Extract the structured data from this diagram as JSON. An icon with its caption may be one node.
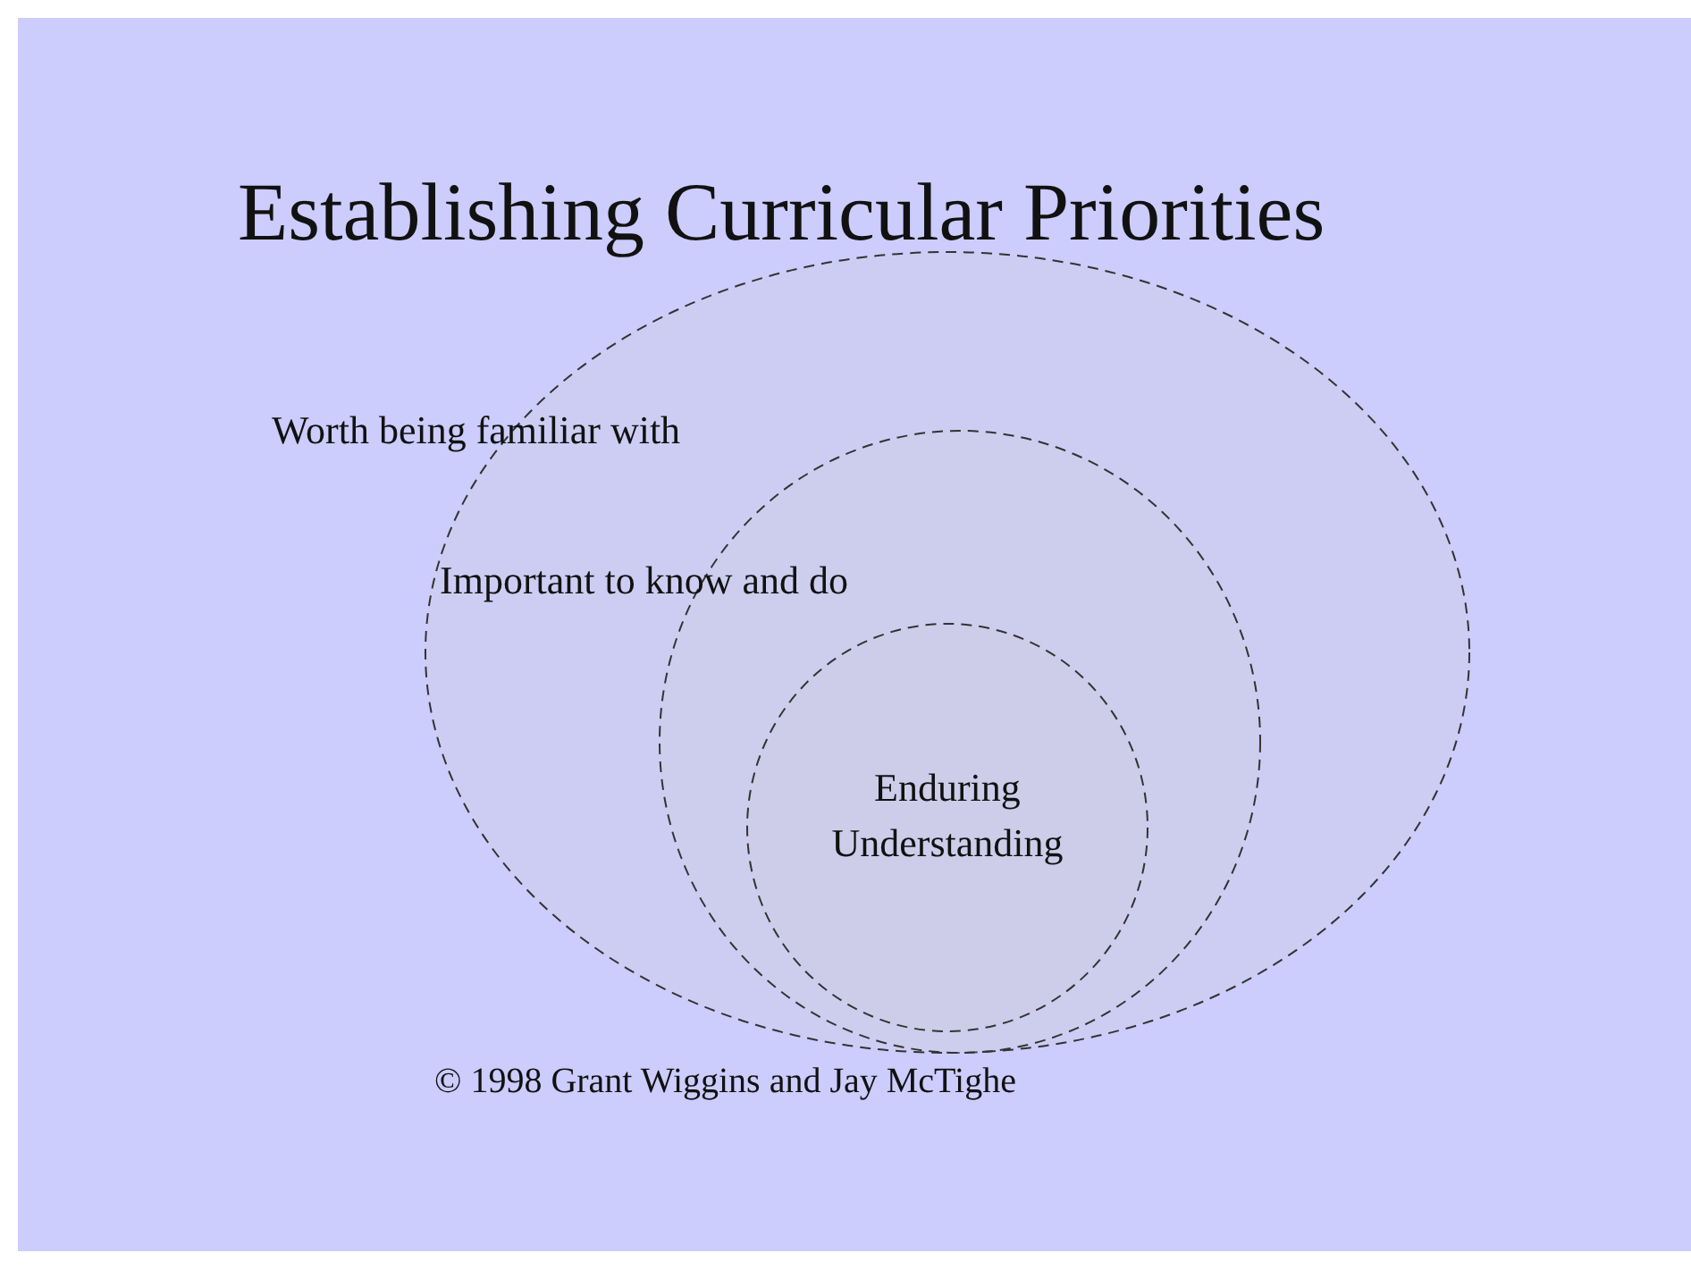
{
  "diagram": {
    "title": "Establishing Curricular Priorities",
    "nodes": [
      {
        "text": [
          "Worth being familiar with"
        ]
      },
      {
        "text": [
          "Important to know and do"
        ],
        "in": 0
      },
      {
        "text": [
          "Enduring Understanding"
        ],
        "in": 1
      }
    ],
    "edges": [],
    "labels": [
      "© 1998 Grant Wiggins and Jay McTighe"
    ]
  }
}
